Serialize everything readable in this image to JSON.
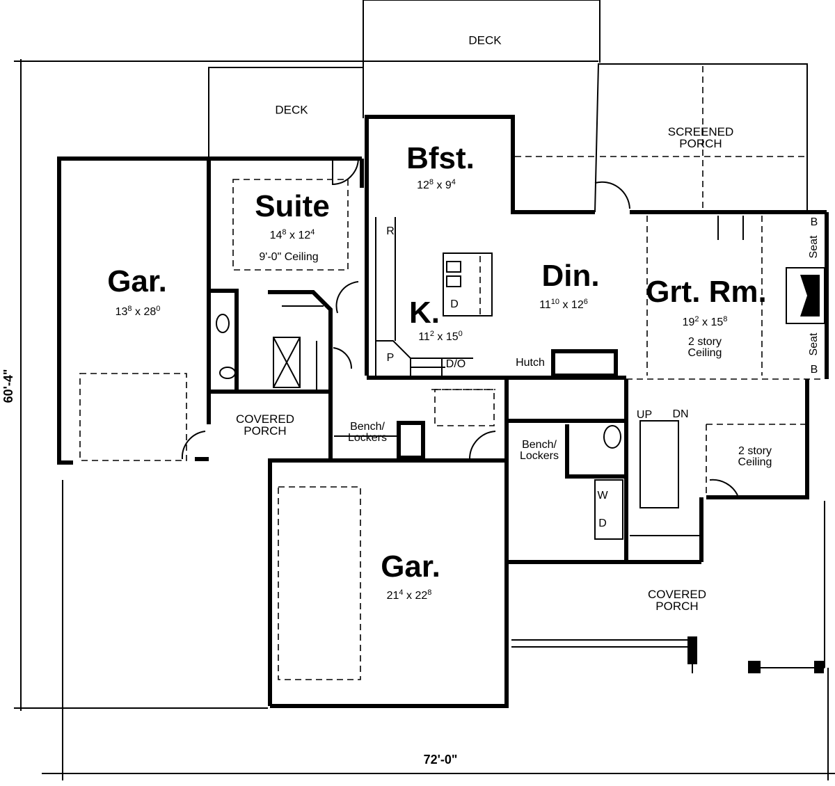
{
  "dimensions": {
    "depth": "60'-4\"",
    "width": "72'-0\""
  },
  "rooms": {
    "deck_upper": "DECK",
    "deck_lower": "DECK",
    "screened_porch": [
      "SCREENED",
      "PORCH"
    ],
    "bfst": {
      "name": "Bfst.",
      "w": "12",
      "w_in": "8",
      "x": "x",
      "d": "9",
      "d_in": "4"
    },
    "suite": {
      "name": "Suite",
      "w": "14",
      "w_in": "8",
      "x": "x",
      "d": "12",
      "d_in": "4",
      "ceiling": "9'-0\" Ceiling"
    },
    "garage_left": {
      "name": "Gar.",
      "w": "13",
      "w_in": "8",
      "x": "x",
      "d": "28",
      "d_in": "0"
    },
    "kitchen": {
      "name": "K.",
      "w": "11",
      "w_in": "2",
      "x": "x",
      "d": "15",
      "d_in": "0"
    },
    "dining": {
      "name": "Din.",
      "w": "11",
      "w_in": "10",
      "x": "x",
      "d": "12",
      "d_in": "6"
    },
    "great_room": {
      "name": "Grt. Rm.",
      "w": "19",
      "w_in": "2",
      "x": "x",
      "d": "15",
      "d_in": "8",
      "ceiling": [
        "2 story",
        "Ceiling"
      ]
    },
    "garage_main": {
      "name": "Gar.",
      "w": "21",
      "w_in": "4",
      "x": "x",
      "d": "22",
      "d_in": "8"
    },
    "covered_porch_side": [
      "COVERED",
      "PORCH"
    ],
    "covered_porch_front": [
      "COVERED",
      "PORCH"
    ],
    "foyer_ceiling": [
      "2 story",
      "Ceiling"
    ]
  },
  "fixtures": {
    "refrigerator": "R",
    "pantry": "P",
    "dbl_oven": "D/O",
    "hutch": "Hutch",
    "dishwasher": "D",
    "washer": "W",
    "dryer": "D",
    "bench_lockers_1": [
      "Bench/",
      "Lockers"
    ],
    "bench_lockers_2": [
      "Bench/",
      "Lockers"
    ],
    "bookcase_top": "B",
    "seat_top": "Seat",
    "seat_bottom": "Seat",
    "bookcase_bottom": "B",
    "stairs_up": "UP",
    "stairs_down": "DN"
  }
}
